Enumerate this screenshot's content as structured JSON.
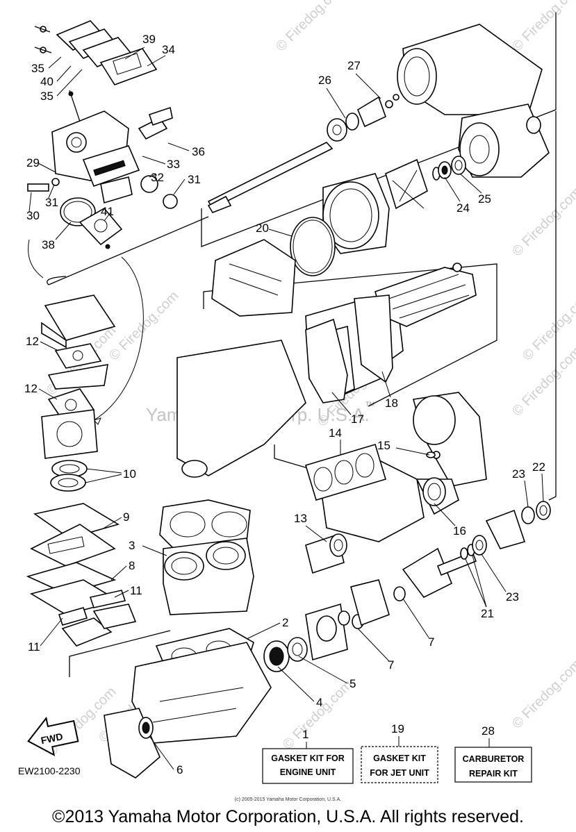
{
  "callouts": [
    "35",
    "39",
    "34",
    "40",
    "35",
    "26",
    "27",
    "36",
    "33",
    "29",
    "32",
    "31",
    "31",
    "30",
    "41",
    "38",
    "24",
    "25",
    "20",
    "12",
    "12",
    "10",
    "9",
    "3",
    "8",
    "11",
    "11",
    "2",
    "5",
    "4",
    "6",
    "14",
    "15",
    "13",
    "17",
    "18",
    "16",
    "23",
    "22",
    "23",
    "21",
    "7",
    "7",
    "1",
    "19",
    "28"
  ],
  "kits": [
    {
      "number": "1",
      "line1": "GASKET KIT FOR",
      "line2": "ENGINE UNIT"
    },
    {
      "number": "19",
      "line1": "GASKET KIT",
      "line2": "FOR JET UNIT"
    },
    {
      "number": "28",
      "line1": "CARBURETOR",
      "line2": "REPAIR KIT"
    }
  ],
  "direction_label": "FWD",
  "drawing_code": "EW2100-2230",
  "center_watermark": "Yamaha Motor Corp. U.S.A.",
  "tm_mark": "TM",
  "firedog_watermark": "© Firedog.com",
  "source_line": "(c) 2005-2015 Yamaha Motor Corporation, U.S.A.",
  "copyright": "©2013 Yamaha Motor Corporation, U.S.A. All rights reserved."
}
